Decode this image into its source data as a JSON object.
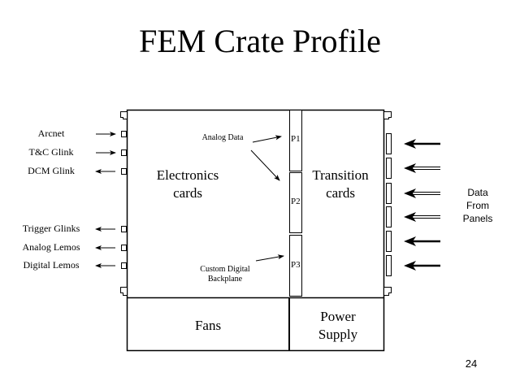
{
  "title": "FEM Crate Profile",
  "left_io": [
    {
      "label": "Arcnet",
      "direction": "in"
    },
    {
      "label": "T&C Glink",
      "direction": "in"
    },
    {
      "label": "DCM Glink",
      "direction": "out"
    },
    {
      "label": "Trigger Glinks",
      "direction": "out"
    },
    {
      "label": "Analog Lemos",
      "direction": "out"
    },
    {
      "label": "Digital Lemos",
      "direction": "out"
    }
  ],
  "crate": {
    "electronics_cards": [
      "Electronics",
      "cards"
    ],
    "transition_cards": [
      "Transition",
      "cards"
    ],
    "connectors": [
      "P1",
      "P2",
      "P3"
    ],
    "analog_data_label": "Analog Data",
    "backplane_label": [
      "Custom Digital",
      "Backplane"
    ],
    "fans_label": "Fans",
    "power_supply_label": [
      "Power",
      "Supply"
    ]
  },
  "right_inputs": {
    "label": [
      "Data",
      "From",
      "Panels"
    ],
    "arrow_styles": [
      "solid",
      "double",
      "double",
      "double",
      "solid",
      "solid"
    ]
  },
  "page_number": "24",
  "colors": {
    "ink": "#000000",
    "background": "#ffffff"
  }
}
